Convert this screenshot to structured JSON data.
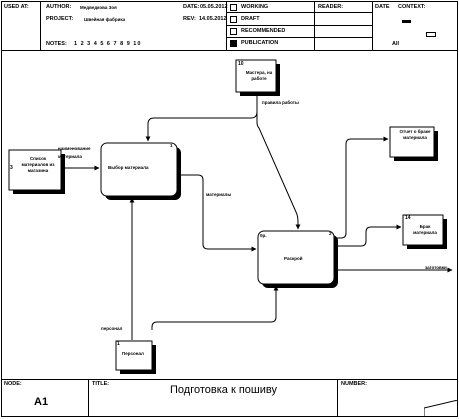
{
  "header": {
    "used_at": "USED AT:",
    "author_label": "AUTHOR:",
    "author_value": "Медведкова Зоя",
    "date_label": "DATE:",
    "date_value": "05.05.2012",
    "project_label": "PROJECT:",
    "project_value": "Швейная фабрика",
    "rev_label": "REV:",
    "rev_value": "14.05.2012",
    "notes_label": "NOTES:",
    "notes_value": "1 2 3 4 5 6 7 8 9 10",
    "status": [
      "WORKING",
      "DRAFT",
      "RECOMMENDED",
      "PUBLICATION"
    ],
    "reader": "READER:",
    "date2": "DATE",
    "context": "CONTEXT:",
    "all": "All"
  },
  "diagram": {
    "boxes": [
      {
        "label": "Выбор материала",
        "num": "1"
      },
      {
        "label": "Раскрой",
        "num": "2",
        "cost": "0р."
      }
    ],
    "tunnels": [
      {
        "num": "10",
        "label": "Мастера, на работе"
      },
      {
        "num": "3",
        "label": "Список материалов из магазина"
      },
      {
        "num": "1",
        "label": "Персонал"
      },
      {
        "num": "",
        "label": "Отчет о браке материала"
      },
      {
        "num": "14",
        "label": "Брак материала"
      }
    ],
    "arrows": {
      "control": "правила работы",
      "input": "наименование материала",
      "between": "материалы",
      "mechanism": "персонал",
      "output": "заготовки"
    }
  },
  "footer": {
    "node_label": "NODE:",
    "node_value": "A1",
    "title_label": "TITLE:",
    "title_value": "Подготовка к пошиву",
    "number_label": "NUMBER:"
  }
}
